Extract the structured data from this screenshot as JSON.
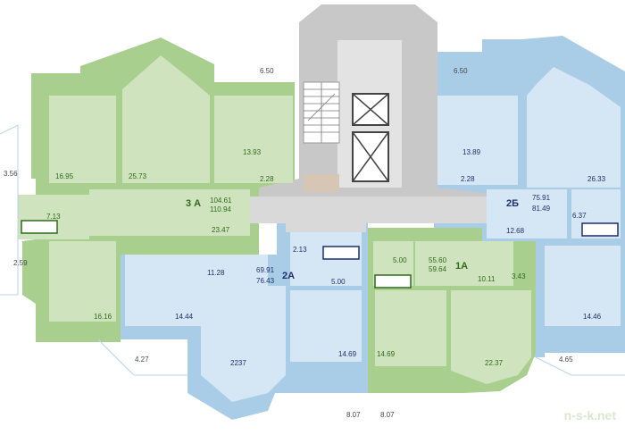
{
  "colors": {
    "green_zone": "#a9cf8e",
    "green_room": "#cfe3bf",
    "blue_zone": "#a9cde6",
    "blue_room": "#d5e7f4",
    "core": "#c8c8c8",
    "core_light": "#e3e3e3",
    "wall": "#ffffff"
  },
  "apartments": {
    "a3": {
      "name": "3 А",
      "total": "104.61",
      "total2": "110.94"
    },
    "a2": {
      "name": "2А",
      "total": "69.91",
      "total2": "76.43"
    },
    "a1": {
      "name": "1А",
      "total": "55.60",
      "total2": "59.64"
    },
    "b2": {
      "name": "2Б",
      "total": "75.91",
      "total2": "81.49"
    }
  },
  "rooms": {
    "r1695": "16.95",
    "r2573": "25.73",
    "r1393": "13.93",
    "r228a": "2.28",
    "r713": "7.13",
    "r2347": "23.47",
    "r1616": "16.16",
    "r1128": "11.28",
    "r1444": "14.44",
    "r213": "2.13",
    "r500a": "5.00",
    "r1469a": "14.69",
    "r2237": "2237",
    "r500b": "5.00",
    "r1011": "10.11",
    "r343": "3.43",
    "r1469b": "14.69",
    "r2237b": "22.37",
    "r1389": "13.89",
    "r228b": "2.28",
    "r2633": "26.33",
    "r637": "6.37",
    "r1268": "12.68",
    "r1446": "14.46"
  },
  "dimensions": {
    "d650a": "6.50",
    "d650b": "6.50",
    "d356": "3.56",
    "d259": "2.59",
    "d427": "4.27",
    "d465": "4.65",
    "d807a": "8.07",
    "d807b": "8.07"
  },
  "watermark": "n-s-k.net"
}
